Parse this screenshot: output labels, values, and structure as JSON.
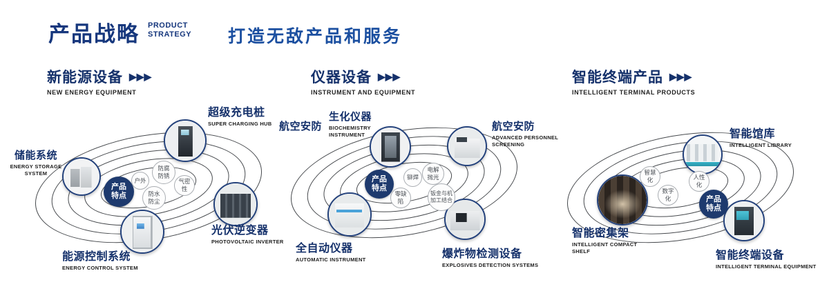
{
  "header": {
    "title": "产品战略",
    "title_en": [
      "PRODUCT",
      "STRATEGY"
    ],
    "tagline": "打造无敌产品和服务"
  },
  "icons": {
    "chevrons": "▶▶▶"
  },
  "feature_badge": "产品特点",
  "colors": {
    "navy": "#15316b",
    "badge": "#1e3a6e",
    "accent_blue": "#1b4fa0"
  },
  "sections": {
    "energy": {
      "title": "新能源设备",
      "subtitle": "NEW ENERGY EQUIPMENT",
      "nodes": {
        "storage": {
          "zh": "储能系统",
          "en": "ENERGY STORAGE SYSTEM"
        },
        "charging": {
          "zh": "超级充电桩",
          "en": "SUPER CHARGING HUB"
        },
        "inverter": {
          "zh": "光伏逆变器",
          "en": "PHOTOVOLTAIC INVERTER"
        },
        "control": {
          "zh": "能源控制系统",
          "en": "ENERGY CONTROL SYSTEM"
        }
      },
      "features": {
        "f1": "户外",
        "f2": "防腐防锈",
        "f3": "气密性",
        "f4": "防水防尘"
      }
    },
    "instrument": {
      "title": "仪器设备",
      "subtitle": "INSTRUMENT AND EQUIPMENT",
      "extra_label": "航空安防",
      "nodes": {
        "biochem": {
          "zh": "生化仪器",
          "en": "BIOCHEMISTRY INSTRUMENT"
        },
        "screening": {
          "zh": "航空安防",
          "en": "ADVANCED PERSONNEL SCREENING"
        },
        "automatic": {
          "zh": "全自动仪器",
          "en": "AUTOMATIC INSTRUMENT"
        },
        "explosives": {
          "zh": "爆炸物检测设备",
          "en": "EXPLOSIVES DETECTION SYSTEMS"
        }
      },
      "features": {
        "f1": "铆焊",
        "f2": "电解抛光",
        "f3": "零缺陷",
        "f4": "钣金与机加工结合"
      }
    },
    "terminal": {
      "title": "智能终端产品",
      "subtitle": "INTELLIGENT TERMINAL PRODUCTS",
      "nodes": {
        "library": {
          "zh": "智能馆库",
          "en": "INTELLIGENT LIBRARY"
        },
        "shelf": {
          "zh": "智能密集架",
          "en": "INTELLIGENT COMPACT SHELF"
        },
        "terminal": {
          "zh": "智能终端设备",
          "en": "INTELLIGENT TERMINAL EQUIPMENT"
        }
      },
      "features": {
        "f1": "智慧化",
        "f2": "人性化",
        "f3": "数字化"
      }
    }
  }
}
